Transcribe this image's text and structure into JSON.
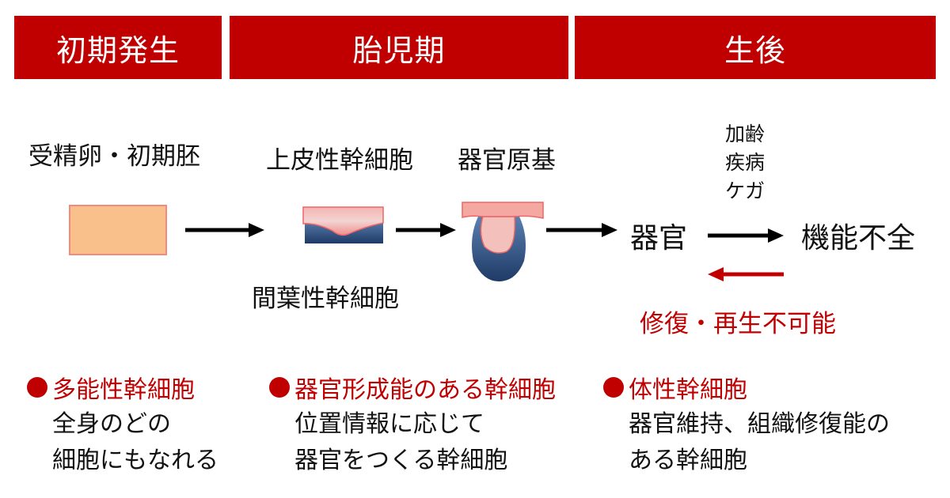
{
  "phases": [
    "初期発生",
    "胎児期",
    "生後"
  ],
  "stages": {
    "fertilized": "受精卵・初期胚",
    "epithelial": "上皮性幹細胞",
    "primordium": "器官原基",
    "mesenchymal": "間葉性幹細胞",
    "organ": "器官",
    "function_loss": "機能不全"
  },
  "causes": [
    "加齢",
    "疾病",
    "ケガ"
  ],
  "irreversible": "修復・再生不可能",
  "columns": [
    {
      "title": "多能性幹細胞",
      "lines": [
        "全身のどの",
        "細胞にもなれる"
      ]
    },
    {
      "title": "器官形成能のある幹細胞",
      "lines": [
        "位置情報に応じて",
        "器官をつくる幹細胞"
      ]
    },
    {
      "title": "体性幹細胞",
      "lines": [
        "器官維持、組織修復能の",
        "ある幹細胞"
      ]
    }
  ],
  "colors": {
    "accent_red": "#c00000",
    "embryo_fill": "#f9c08c",
    "epithelium_pink": "#f4a0a0",
    "mesenchyme_blue": "#2e4e7a",
    "arrow_black": "#000000"
  }
}
